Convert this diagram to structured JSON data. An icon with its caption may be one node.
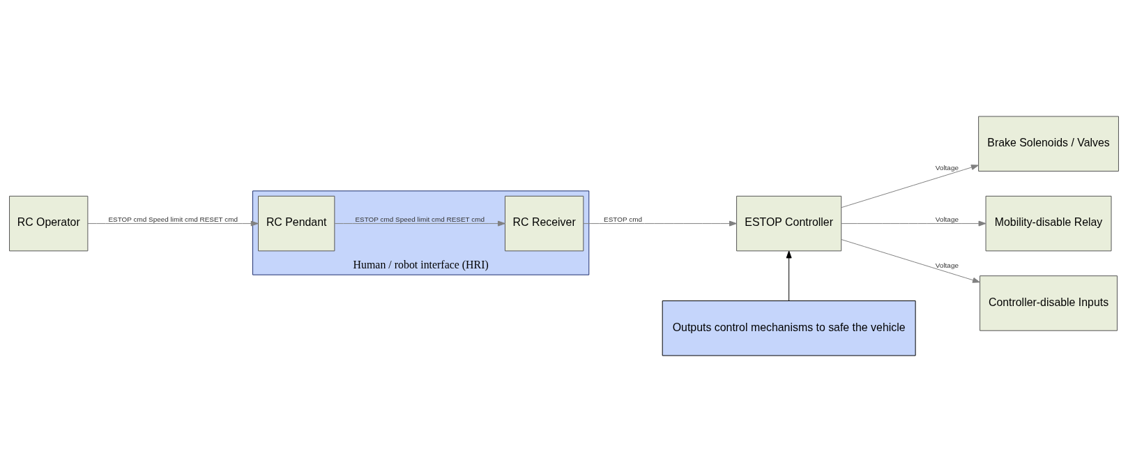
{
  "diagram": {
    "nodes": [
      {
        "text": [
          "RC Operator"
        ]
      },
      {
        "text": [
          "Human / robot interface (HRI)"
        ]
      },
      {
        "text": [
          "RC Pendant"
        ],
        "in": 1
      },
      {
        "text": [
          "RC Receiver"
        ],
        "in": 1
      },
      {
        "text": [
          "ESTOP Controller"
        ]
      },
      {
        "text": [
          "Brake Solenoids / Valves"
        ]
      },
      {
        "text": [
          "Mobility-disable Relay"
        ]
      },
      {
        "text": [
          "Controller-disable Inputs"
        ]
      },
      {
        "text": [
          "Outputs control mechanisms to safe the vehicle"
        ]
      }
    ],
    "edges": [
      {
        "from": 0,
        "to": 2,
        "arrow": "to",
        "label": "ESTOP cmd Speed limit cmd RESET cmd"
      },
      {
        "from": 2,
        "to": 3,
        "arrow": "to",
        "label": "ESTOP cmd Speed limit cmd RESET cmd"
      },
      {
        "from": 3,
        "to": 4,
        "arrow": "to",
        "label": "ESTOP cmd"
      },
      {
        "from": 4,
        "to": 5,
        "arrow": "to",
        "label": "Voltage"
      },
      {
        "from": 4,
        "to": 6,
        "arrow": "to",
        "label": "Voltage"
      },
      {
        "from": 4,
        "to": 7,
        "arrow": "to",
        "label": "Voltage"
      },
      {
        "from": 8,
        "to": 4,
        "arrow": "to",
        "color": "#000000"
      }
    ]
  }
}
